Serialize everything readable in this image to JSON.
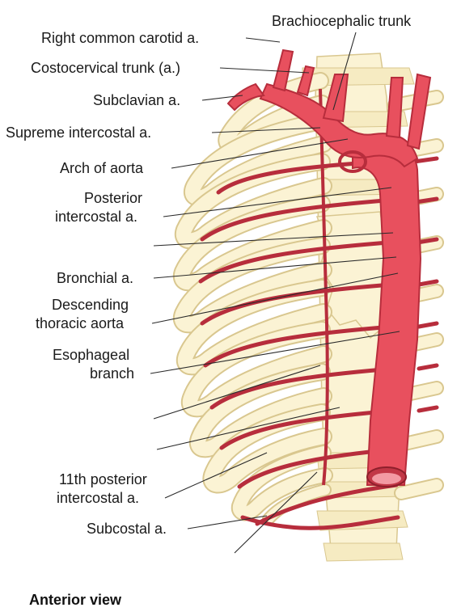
{
  "colors": {
    "artery": "#e8505e",
    "artery_dark": "#b72d3c",
    "artery_light": "#f39aa3",
    "bone": "#fbf3d4",
    "bone_edge": "#d9c78f",
    "cartilage": "#f1e9cc"
  },
  "labels": {
    "brachiocephalic_trunk": "Brachiocephalic trunk",
    "right_common_carotid": "Right  common carotid a.",
    "costocervical_trunk": "Costocervical trunk (a.)",
    "subclavian": "Subclavian a.",
    "supreme_intercostal": "Supreme intercostal a.",
    "arch_of_aorta": "Arch of aorta",
    "posterior_intercostal_1": "Posterior",
    "posterior_intercostal_2": "intercostal a.",
    "bronchial": "Bronchial a.",
    "descending_thoracic_1": "Descending",
    "descending_thoracic_2": "thoracic aorta",
    "esophageal_1": "Esophageal",
    "esophageal_2": "branch",
    "eleventh_posterior_1": "11th posterior",
    "eleventh_posterior_2": "intercostal a.",
    "subcostal": "Subcostal a."
  },
  "caption": "Anterior view"
}
